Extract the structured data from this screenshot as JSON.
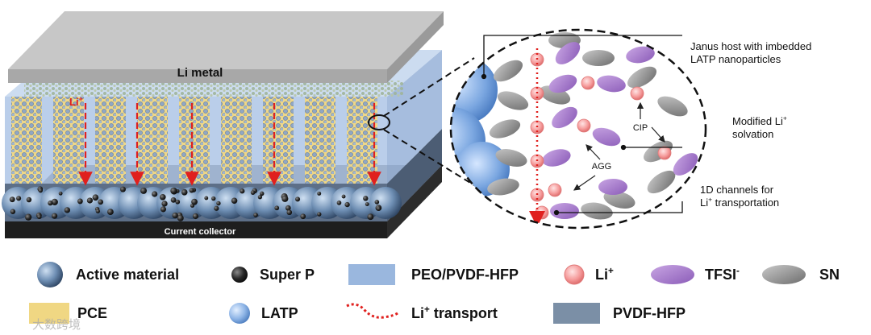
{
  "diagram": {
    "li_metal_label": "Li metal",
    "current_collector_label": "Current collector",
    "li_plus_label": "Li",
    "li_plus_sup": "+",
    "callouts": {
      "janus_line1": "Janus host with imbedded",
      "janus_line2": "LATP nanoparticles",
      "solvation_line1": "Modified Li",
      "solvation_sup": "+",
      "solvation_line2": "solvation",
      "channels_line1": "1D channels for",
      "channels_line2_prefix": "Li",
      "channels_line2_sup": "+",
      "channels_line2_suffix": " transportation",
      "cip": "CIP",
      "agg": "AGG"
    }
  },
  "legend": {
    "active_material": "Active material",
    "super_p": "Super P",
    "peo_pvdf_hfp": "PEO/PVDF-HFP",
    "li_plus": "Li",
    "li_plus_sup": "+",
    "tfsi": "TFSI",
    "tfsi_sup": "-",
    "sn": "SN",
    "pce": "PCE",
    "latp": "LATP",
    "li_transport": "Li",
    "li_transport_sup": "+",
    "li_transport_suffix": " transport",
    "pvdf_hfp": "PVDF-HFP"
  },
  "watermark": "大数跨境",
  "colors": {
    "li_metal": "#c4c4c4",
    "current_collector": "#3a3a3a",
    "pce_yellow": "#f0d783",
    "peo_blue": "#9ab7de",
    "pvdf_hfp": "#7b8fa6",
    "latp": "#7fa9dc",
    "li_ion": "#f48a8a",
    "tfsi": "#a97cc9",
    "sn": "#8e8e8e",
    "transport_red": "#e0201e"
  }
}
